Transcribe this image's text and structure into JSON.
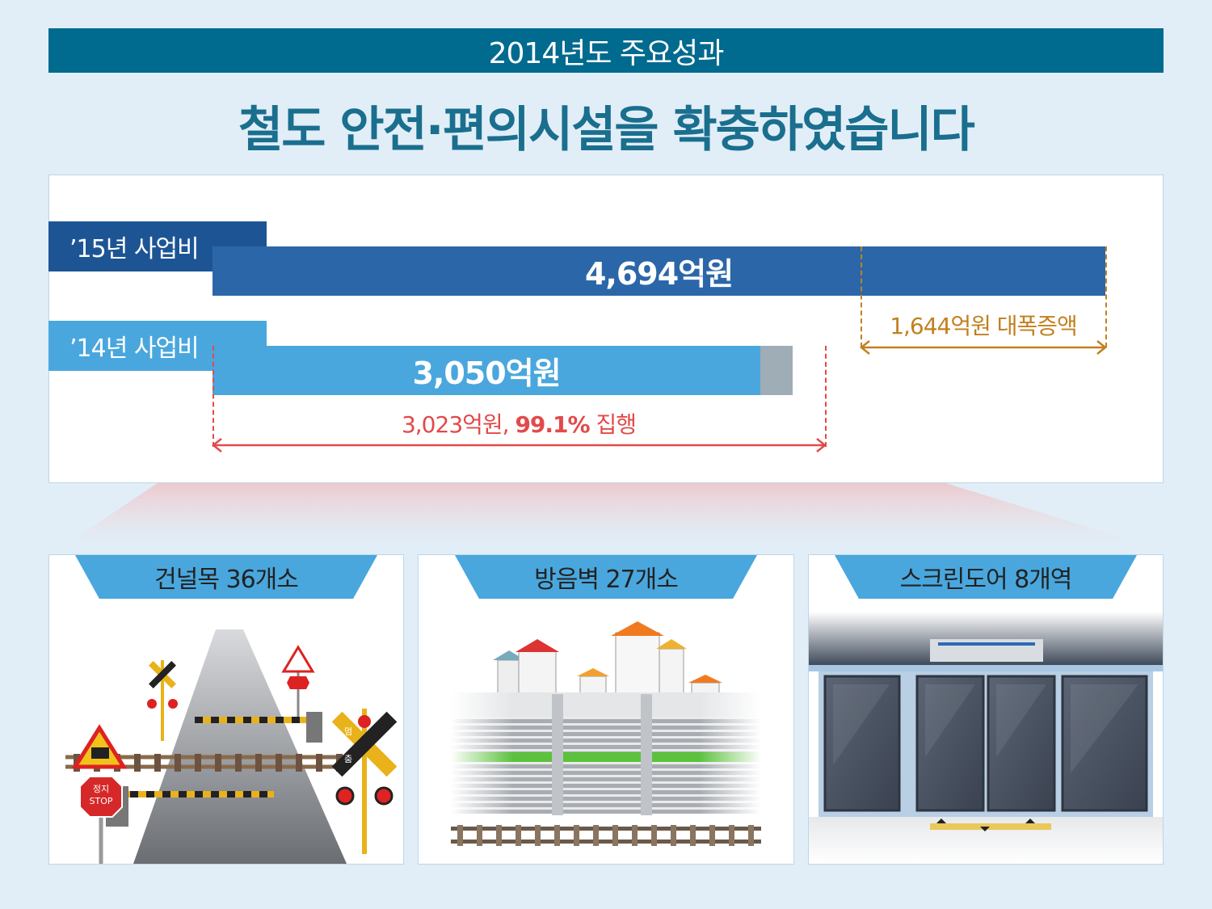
{
  "header": {
    "title": "2014년도 주요성과"
  },
  "headline": "철도 안전·편의시설을 확충하였습니다",
  "budget": {
    "y2015": {
      "label": "’15년 사업비",
      "amount": "4,694억원",
      "value": 4694
    },
    "y2014": {
      "label": "’14년 사업비",
      "amount": "3,050억원",
      "value": 3050
    },
    "increase_note": "1,644억원 대폭증액",
    "execution_note_amount": "3,023억원, ",
    "execution_note_pct": "99.1%",
    "execution_note_suffix": " 집행"
  },
  "categories": [
    {
      "title": "건널목 36개소"
    },
    {
      "title": "방음벽 27개소"
    },
    {
      "title": "스크린도어 8개역"
    }
  ],
  "illustration_text": {
    "stop_ko": "정지",
    "stop_en": "STOP",
    "caution": "멈",
    "caution2": "춤"
  },
  "colors": {
    "header": "#006a8f",
    "bar_2015": "#2b67a8",
    "bar_2014": "#49a7dd",
    "increase": "#c2801f",
    "execution": "#e24a4a"
  }
}
